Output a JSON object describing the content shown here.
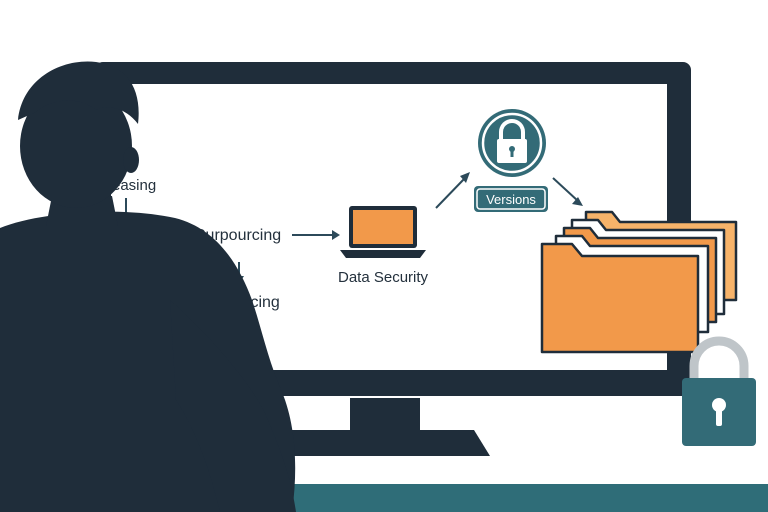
{
  "colors": {
    "navy": "#1f2d3a",
    "teal": "#336b77",
    "orange": "#f2994a",
    "orange_light": "#f6b36a",
    "folder_outline": "#1f2d3a",
    "desk": "#2f6d78",
    "gray_lock": "#bfc5c9"
  },
  "screen": {
    "label_leasing": "easing",
    "label_curpourcing": "Curpourcing",
    "label_outsourcing": "utsourcing",
    "label_data_security": "Data Security",
    "badge_versions": "Versions"
  },
  "icons": {
    "laptop": "laptop-icon",
    "lock_circle": "lock-icon",
    "folders": "folder-stack-icon",
    "big_lock": "padlock-icon"
  }
}
